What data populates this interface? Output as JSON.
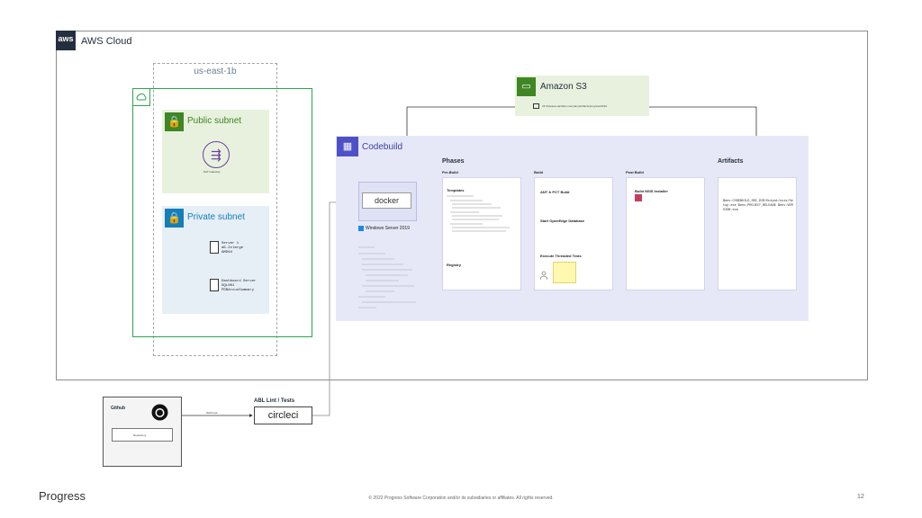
{
  "aws": {
    "logo": "aws",
    "title": "AWS Cloud"
  },
  "region": {
    "label": "us-east-1b"
  },
  "public_subnet": {
    "title": "Public subnet",
    "nat_label": "NAT Gateway"
  },
  "private_subnet": {
    "title": "Private subnet",
    "server1": [
      "Server 1",
      "m5.2xlarge",
      "AMD64"
    ],
    "server2": [
      "Dashboard Server",
      "SQL001",
      "PDBArcusSummary"
    ]
  },
  "s3": {
    "title": "Amazon S3",
    "path": "s3://release.sandbox.company/artifacts/progress/2022"
  },
  "codebuild": {
    "title": "Codebuild",
    "docker_label": "docker",
    "windows_label": "Windows Server 2019",
    "phases_title": "Phases",
    "artifacts_title": "Artifacts",
    "prebuild": {
      "label": "Pre-Build",
      "templates": "Templates",
      "registry": "Registry"
    },
    "build": {
      "label": "Build",
      "step1": "ANT & PCT Build",
      "step2": "Start OpenEdge Database",
      "step3": "Execute Threaded Tests"
    },
    "postbuild": {
      "label": "Post Build",
      "step1": "Build NSIS Installer"
    },
    "artifacts_text": "$env:CODEBUILD_SRC_DIR/Output/nsis/Setup.exe $env:PROJECT_RELEASE $env:VERSION.exe"
  },
  "github": {
    "title": "Github",
    "repo_label": "Repository"
  },
  "circleci": {
    "heading": "ABL Lint / Tests",
    "label": "circleci",
    "link_label": "Webhook"
  },
  "footer": {
    "brand": "Progress",
    "copyright": "© 2022 Progress Software Corporation and/or its subsidiaries or affiliates. All rights reserved.",
    "page": "12"
  },
  "colors": {
    "green": "#3f8624",
    "blue": "#147eba",
    "purple": "#4d51c7",
    "aws_dark": "#232f3e"
  }
}
